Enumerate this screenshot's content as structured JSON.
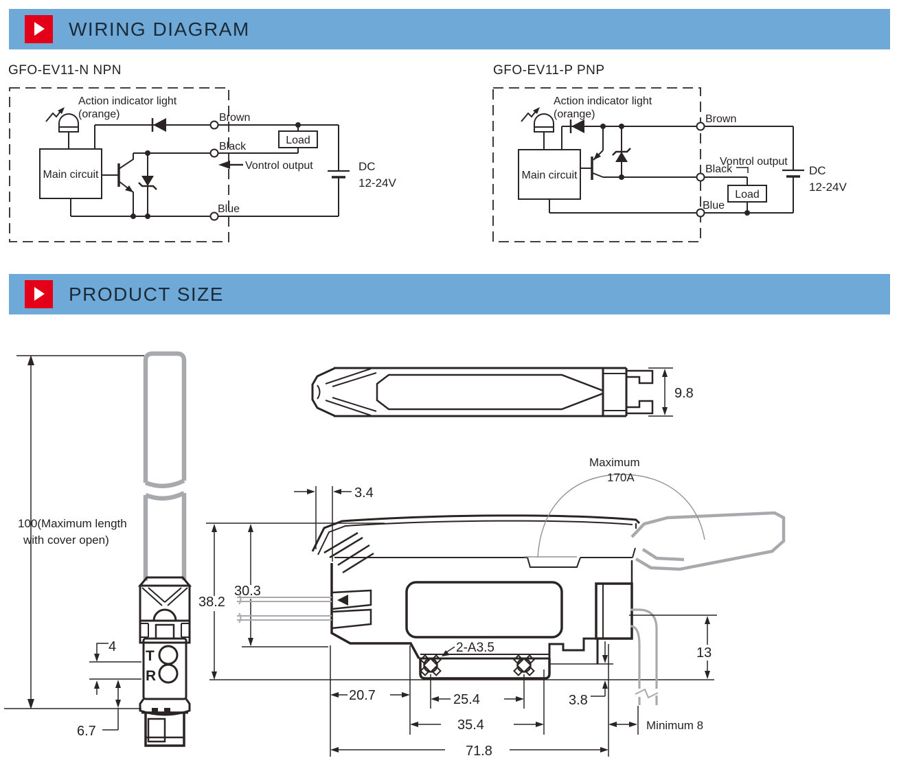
{
  "banners": {
    "wiring": {
      "label": "WIRING DIAGRAM"
    },
    "product": {
      "label": "PRODUCT SIZE"
    }
  },
  "colors": {
    "banner_bg": "#6ea9d7",
    "icon_red": "#e50019",
    "line": "#2a2424",
    "gray": "#a7a9ac",
    "banner_text": "#1b2a36"
  },
  "wiring": {
    "npn": {
      "title": "GFO-EV11-N NPN",
      "indicator_note_line1": "Action indicator light",
      "indicator_note_line2": "(orange)",
      "main_circuit": "Main circuit",
      "wire_brown": "Brown",
      "wire_black": "Black",
      "wire_blue": "Blue",
      "load": "Load",
      "control_output": "Vontrol output",
      "supply_line1": "DC",
      "supply_line2": "12-24V"
    },
    "pnp": {
      "title": "GFO-EV11-P PNP",
      "indicator_note_line1": "Action indicator light",
      "indicator_note_line2": "(orange)",
      "main_circuit": "Main circuit",
      "wire_brown": "Brown",
      "wire_black": "Black",
      "wire_blue": "Blue",
      "load": "Load",
      "control_output": "Vontrol output",
      "supply_line1": "DC",
      "supply_line2": "12-24V"
    }
  },
  "product_size": {
    "front_view": {
      "max_length_line1": "100(Maximum length",
      "max_length_line2": "with cover open)",
      "dim_4": "4",
      "dim_6_7": "6.7",
      "port_t": "T",
      "port_r": "R"
    },
    "top_view": {
      "dim_9_8": "9.8"
    },
    "side_view": {
      "dim_3_4": "3.4",
      "dim_30_3": "30.3",
      "dim_38_2": "38.2",
      "cover_open_line1": "Maximum",
      "cover_open_line2": "170A",
      "mount_holes": "2-A3.5",
      "dim_20_7": "20.7",
      "dim_25_4": "25.4",
      "dim_35_4": "35.4",
      "dim_3_8": "3.8",
      "dim_71_8": "71.8",
      "dim_13": "13",
      "bend_clearance": "Minimum 8"
    }
  }
}
